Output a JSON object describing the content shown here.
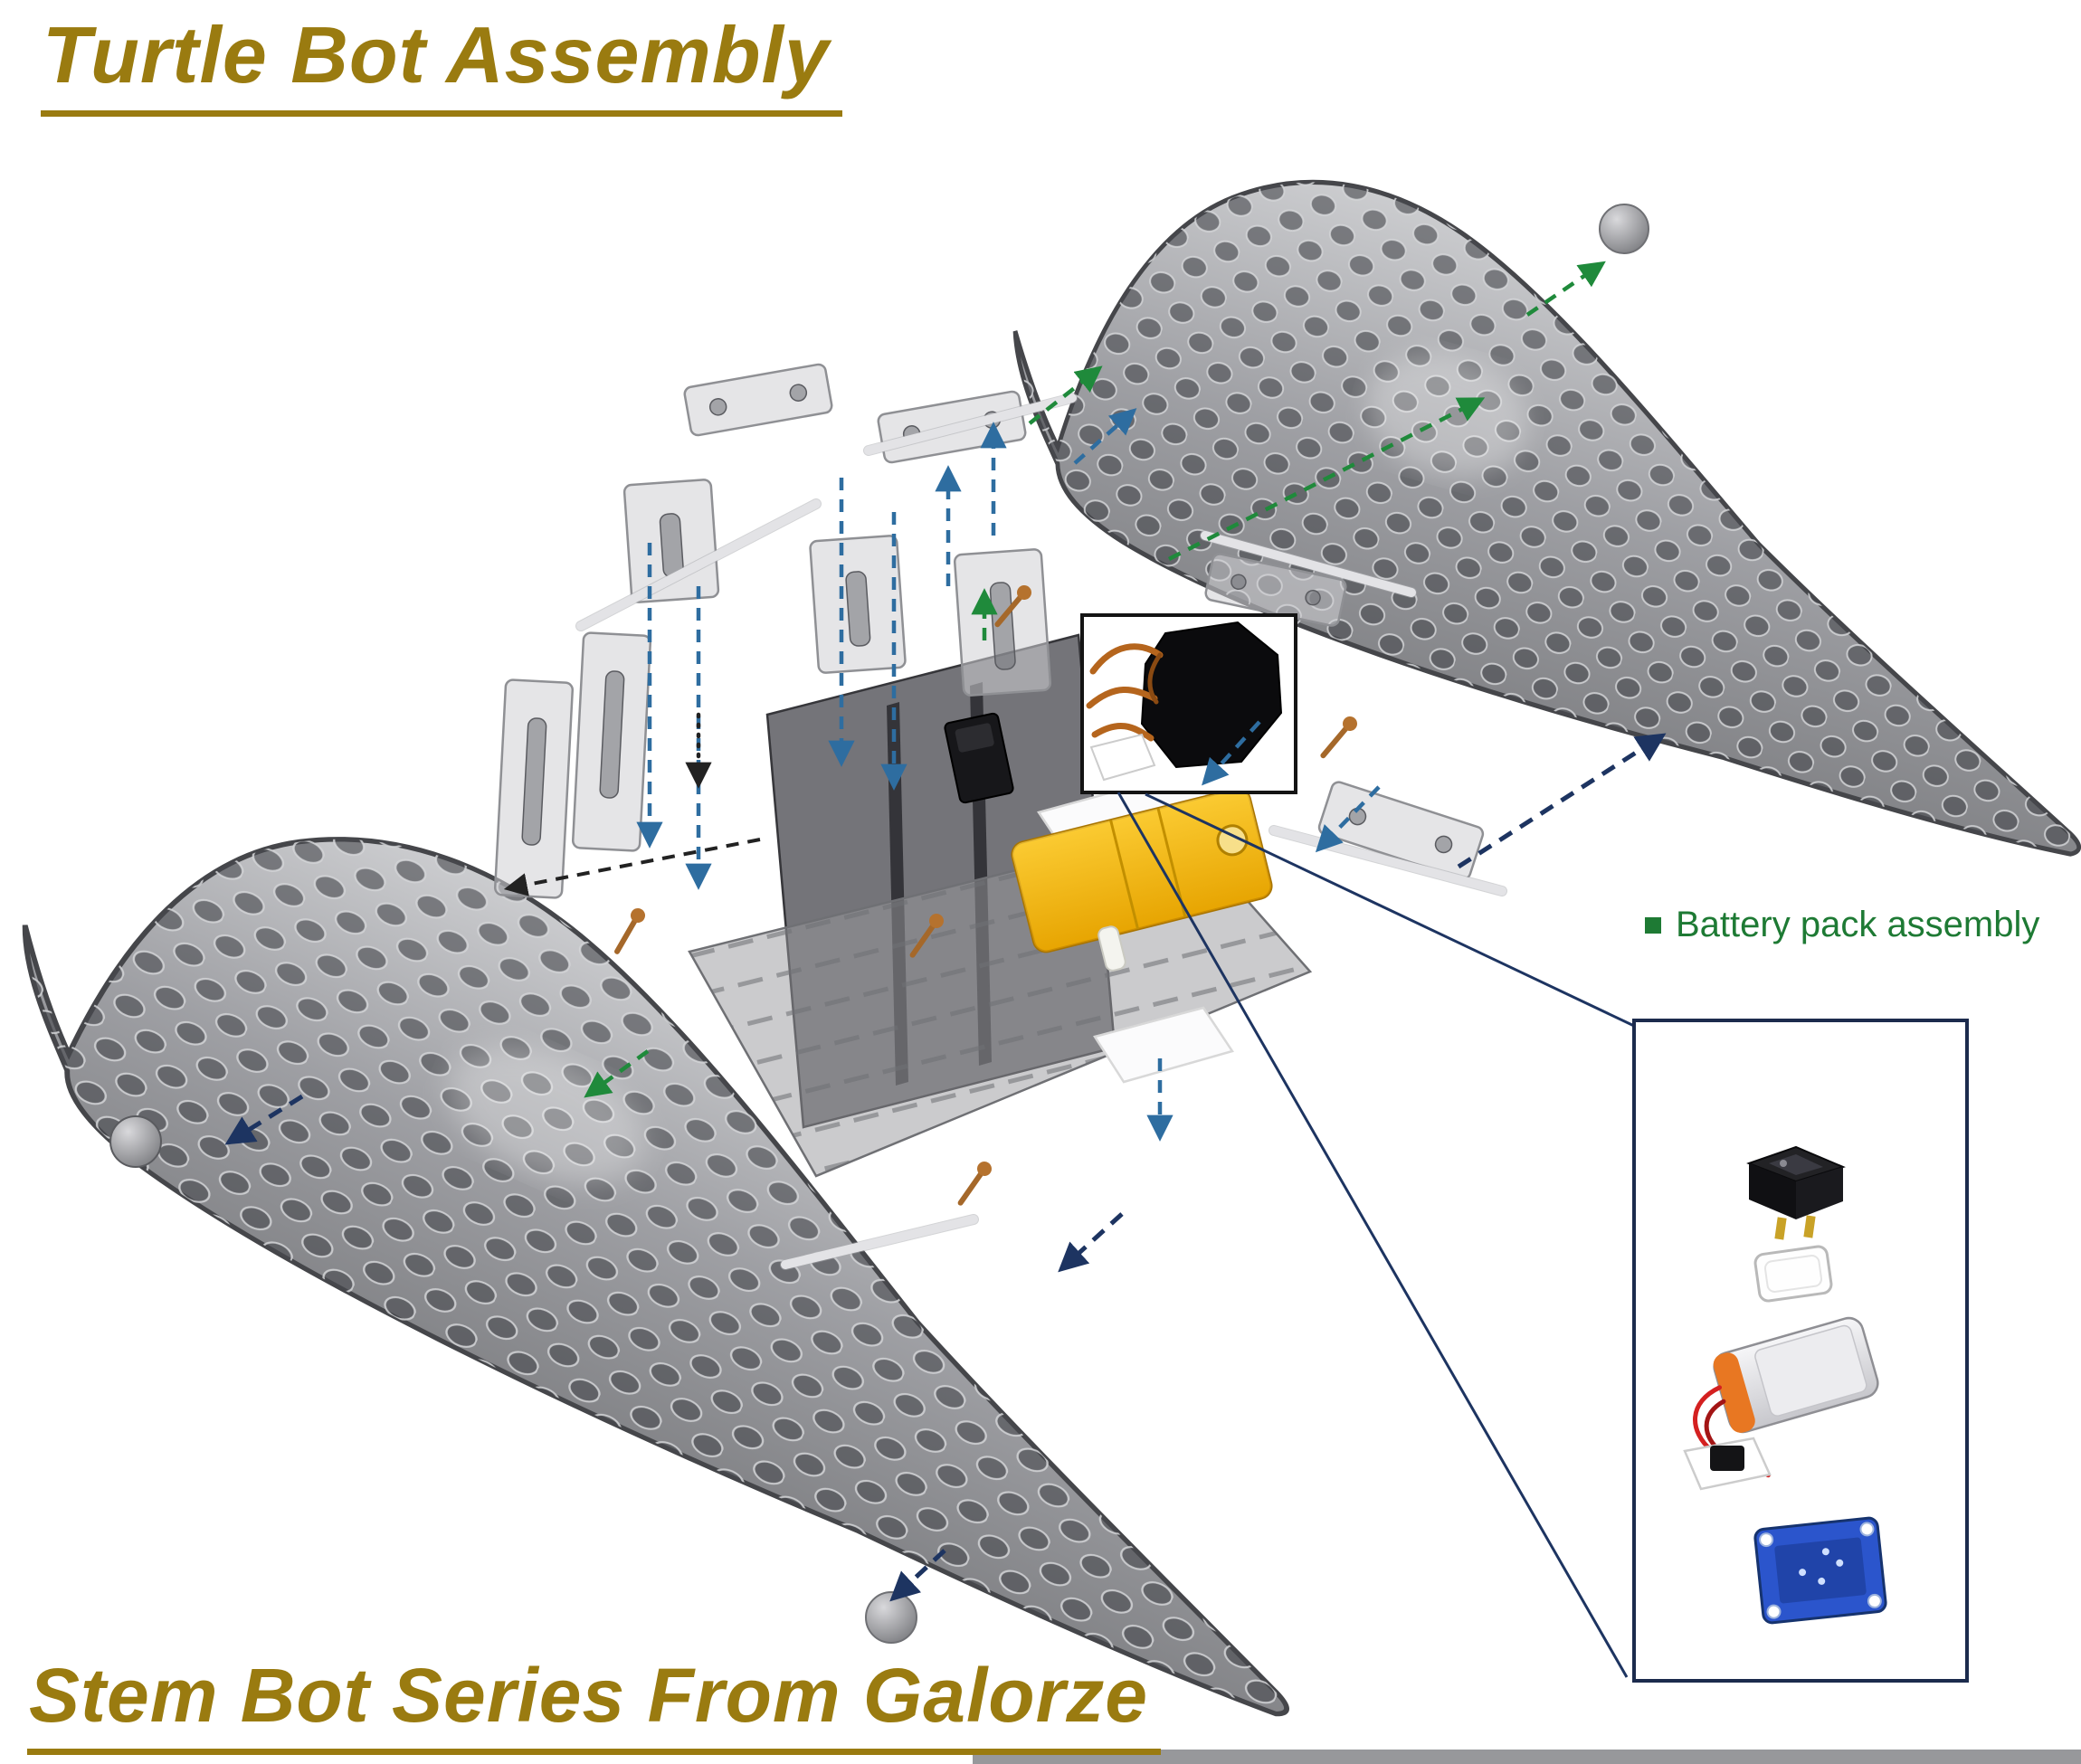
{
  "page": {
    "title": "Turtle Bot Assembly",
    "footer": "Stem Bot Series From Galorze"
  },
  "legend": {
    "battery_pack_label": "Battery pack assembly"
  },
  "colors": {
    "title_gold": "#9a7b10",
    "label_green": "#1e7a34",
    "arrow_blue": "#2e6da0",
    "arrow_navy": "#1d3461",
    "arrow_green": "#1f8a3b",
    "arrow_black": "#222222",
    "motor_yellow": "#f2b705",
    "pcb_blue": "#2b55cc",
    "shell_gray": "#8f9094",
    "battery_wire_red": "#d42020",
    "screw_brass": "#a5682a"
  },
  "parts": {
    "shell_top_right": "turtle-shell-plate",
    "shell_bottom_left": "turtle-shell-plate",
    "motor": "dc-gear-motor",
    "battery_box": "battery-pack-callout-box",
    "inset_box": "battery-pack-parts-inset"
  }
}
